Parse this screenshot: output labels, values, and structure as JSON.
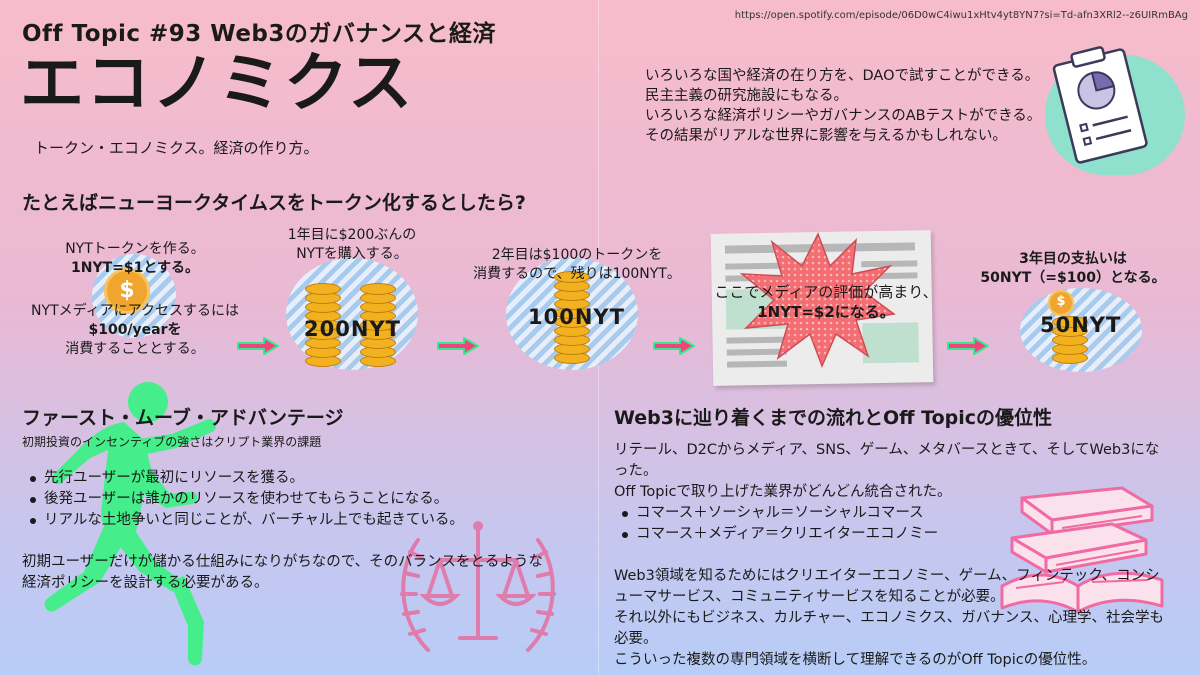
{
  "source_url": "https://open.spotify.com/episode/06D0wC4iwu1xHtv4yt8YN7?si=Td-afn3XRl2--z6UIRmBAg",
  "header": {
    "title": "Off Topic #93 Web3のガバナンスと経済",
    "big_title": "エコノミクス",
    "subtitle": "トークン・エコノミクス。経済の作り方。"
  },
  "intro": {
    "lines": [
      "いろいろな国や経済の在り方を、DAOで試すことができる。",
      "民主主義の研究施設にもなる。",
      "いろいろな経済ポリシーやガバナンスのABテストができる。",
      "その結果がリアルな世界に影響を与えるかもしれない。"
    ]
  },
  "example": {
    "title": "たとえばニューヨークタイムスをトークン化するとしたら?",
    "step1": {
      "line1": "NYTトークンを作る。",
      "line2": "1NYT=$1とする。",
      "line3": "NYTメディアにアクセスするには",
      "line4": "$100/yearを",
      "line5": "消費することとする。",
      "coin_symbol": "$"
    },
    "step2": {
      "line1": "1年目に$200ぶんの",
      "line2": "NYTを購入する。",
      "token": "200NYT"
    },
    "step3": {
      "line1": "2年目は$100のトークンを",
      "line2": "消費するので、残りは100NYT。",
      "token": "100NYT"
    },
    "step4": {
      "line1": "ここでメディアの評価が高まり、",
      "line2": "1NYT=$2になる。"
    },
    "step5": {
      "line1": "3年目の支払いは",
      "line2": "50NYT（=$100）となる。",
      "token": "50NYT"
    }
  },
  "first_move": {
    "title": "ファースト・ムーブ・アドバンテージ",
    "note": "初期投資のインセンティブの強さはクリプト業界の課題",
    "bullets": [
      "先行ユーザーが最初にリソースを獲る。",
      "後発ユーザーは誰かのリソースを使わせてもらうことになる。",
      "リアルな土地争いと同じことが、バーチャル上でも起きている。"
    ],
    "closing_line1": "初期ユーザーだけが儲かる仕組みになりがちなので、そのバランスをとるような",
    "closing_line2": "経済ポリシーを設計する必要がある。"
  },
  "web3_flow": {
    "title": "Web3に辿り着くまでの流れとOff Topicの優位性",
    "line1": "リテール、D2Cからメディア、SNS、ゲーム、メタバースときて、そしてWeb3にな",
    "line2": "った。",
    "line3": "Off Topicで取り上げた業界がどんどん統合された。",
    "bullets": [
      "コマース＋ソーシャル＝ソーシャルコマース",
      "コマース＋メディア＝クリエイターエコノミー"
    ],
    "para2_line1": "Web3領域を知るためにはクリエイターエコノミー、ゲーム、フィンテック、コンシ",
    "para2_line2": "ューマサービス、コミュニティサービスを知ることが必要。",
    "para2_line3": "それ以外にもビジネス、カルチャー、エコノミクス、ガバナンス、心理学、社会学も",
    "para2_line4": "必要。",
    "para2_line5": "こういった複数の専門領域を横断して理解できるのがOff Topicの優位性。"
  },
  "colors": {
    "arrow": "#f0457a",
    "arrow_outline": "#39e88e",
    "runner": "#45ee8a",
    "books": "#f06aa3",
    "scale": "#e07cab",
    "clipboard_bg": "#8fe0cd",
    "clipboard_chart": "#7a6bb0"
  },
  "icons": {
    "clipboard": "clipboard-chart-icon",
    "runner": "runner-icon",
    "scale": "justice-scale-icon",
    "books": "books-icon",
    "newspaper": "newspaper-icon",
    "burst": "starburst-icon"
  }
}
